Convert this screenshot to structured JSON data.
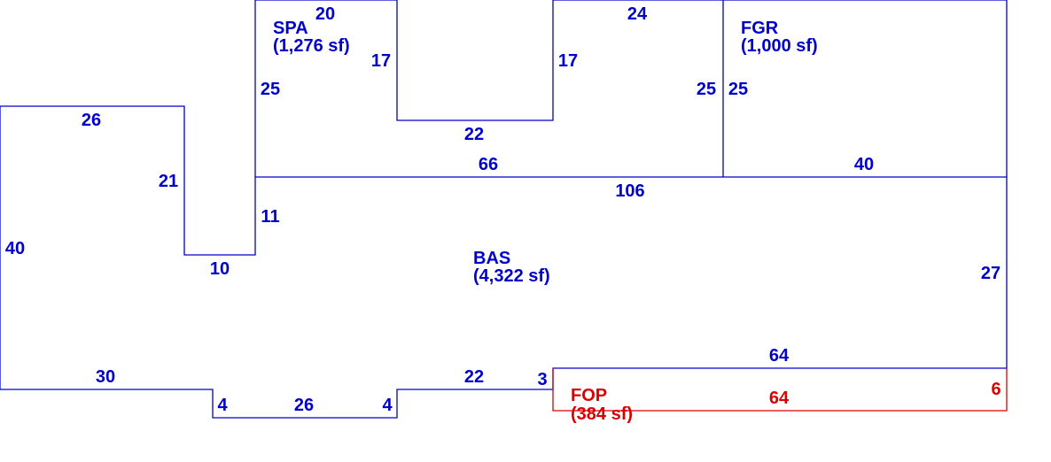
{
  "colors": {
    "main": "#0000cc",
    "porch": "#dd0000",
    "background": "#ffffff"
  },
  "areas": {
    "spa": {
      "code": "SPA",
      "size": "(1,276 sf)"
    },
    "fgr": {
      "code": "FGR",
      "size": "(1,000 sf)"
    },
    "bas": {
      "code": "BAS",
      "size": "(4,322 sf)"
    },
    "fop": {
      "code": "FOP",
      "size": "(384 sf)"
    }
  },
  "dimensions": {
    "spa_top": "20",
    "spa_inner_left": "17",
    "spa_inner_right": "17",
    "spa_notch_bottom": "22",
    "spa_top_right": "24",
    "spa_left": "25",
    "spa_right": "25",
    "spa_bottom": "66",
    "fgr_left": "25",
    "fgr_bottom": "40",
    "bas_top": "106",
    "wing_top": "26",
    "wing_inner": "21",
    "wing_notch": "10",
    "bas_step": "11",
    "bas_left": "40",
    "bas_right": "27",
    "bas_bottom_left": "30",
    "bump_left": "4",
    "bump_bottom": "26",
    "bump_right": "4",
    "bas_bottom_mid": "22",
    "bas_step_3": "3",
    "fop_top": "64",
    "fop_bottom": "64",
    "fop_right": "6"
  }
}
